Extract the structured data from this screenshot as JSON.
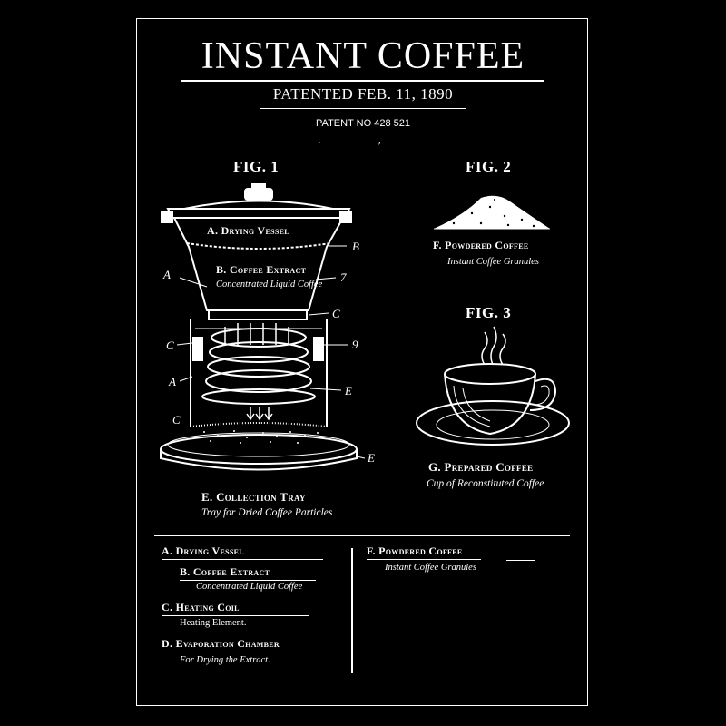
{
  "poster": {
    "title": "INSTANT COFFEE",
    "subtitle": "PATENTED FEB. 11, 1890",
    "patent_no": "PATENT NO  428 521",
    "dots": ". ,"
  },
  "fig1": {
    "heading": "FIG. 1",
    "drying_vessel": "A. Drying Vessel",
    "coffee_extract": "B. Coffee Extract",
    "coffee_extract_sub": "Concentrated Liquid Coffee",
    "collection_tray": "E. Collection Tray",
    "collection_tray_sub": "Tray for Dried Coffee Particles",
    "marker_b": "B",
    "marker_7": "7",
    "marker_a1": "A",
    "marker_c1": "C",
    "marker_c2": "C",
    "marker_9": "9",
    "marker_a2": "A",
    "marker_e1": "E",
    "marker_c3": "C",
    "marker_e2": "E"
  },
  "fig2": {
    "heading": "FIG. 2",
    "label": "F. Powdered Coffee",
    "sub": "Instant Coffee Granules"
  },
  "fig3": {
    "heading": "FIG. 3",
    "label": "G. Prepared Coffee",
    "sub": "Cup of Reconstituted Coffee"
  },
  "legend": {
    "left": [
      {
        "label": "A. Drying Vessel",
        "sub": ""
      },
      {
        "label": "B. Coffee Extract",
        "sub": "Concentrated Liquid Coffee"
      },
      {
        "label": "C. Heating Coil",
        "sub": "Heating Element."
      },
      {
        "label": "D. Evaporation Chamber",
        "sub": "For Drying the Extract."
      }
    ],
    "right": [
      {
        "label": "F. Powdered Coffee",
        "sub": "Instant Coffee Granules"
      }
    ]
  },
  "colors": {
    "background": "#000000",
    "ink": "#ffffff"
  }
}
